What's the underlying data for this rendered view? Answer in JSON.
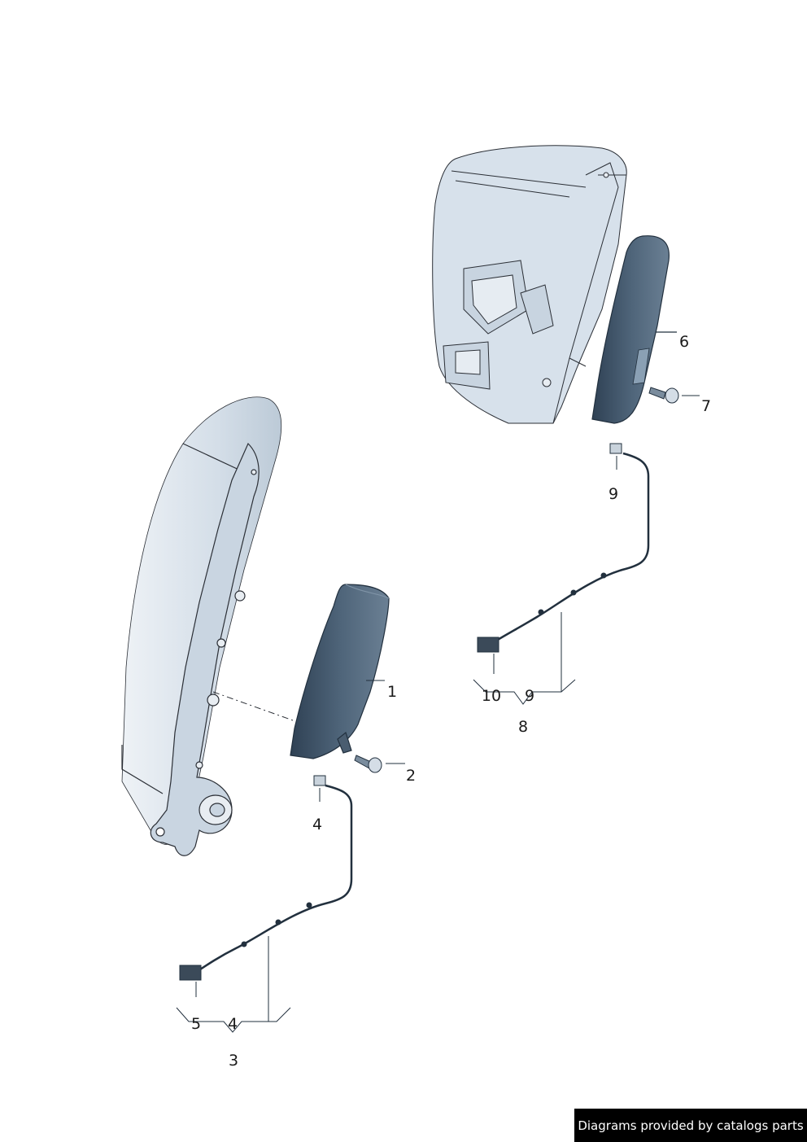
{
  "colors": {
    "part_fill": "#d6e0ea",
    "part_shade": "#b3c3d2",
    "airbag_fill": "#4c6176",
    "airbag_dark": "#34475a",
    "line": "#2b2f36"
  },
  "callouts": {
    "c1": "1",
    "c2": "2",
    "c3": "3",
    "c4a": "4",
    "c4b": "4",
    "c5": "5",
    "c6": "6",
    "c7": "7",
    "c8": "8",
    "c9a": "9",
    "c9b": "9",
    "c10": "10"
  },
  "credit": "Diagrams provided by catalogs parts"
}
